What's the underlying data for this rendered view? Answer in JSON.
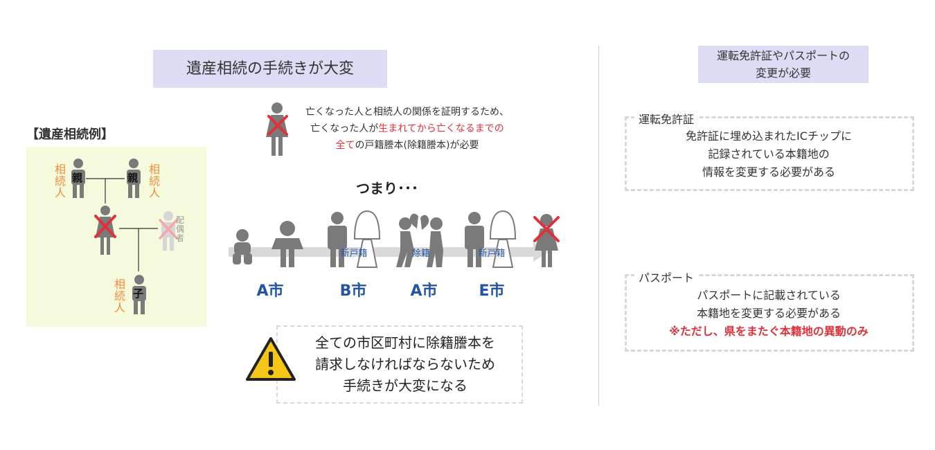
{
  "title": "遺産相続の手続きが大変",
  "right_header": {
    "line1": "運転免許証やパスポートの",
    "line2": "変更が必要"
  },
  "example": {
    "title": "【遺産相続例】",
    "oya_label": "親",
    "ko_label": "子",
    "heir_label": [
      "相",
      "続",
      "人"
    ],
    "spouse_label": [
      "配",
      "偶",
      "者"
    ]
  },
  "note": {
    "line1": "亡くなった人と相続人の関係を証明するため、",
    "line2a": "亡くなった人が",
    "line2b": "生まれてから亡くなるまでの",
    "line3a": "全て",
    "line3b": "の戸籍謄本(除籍謄本)が必要"
  },
  "tsumari": "つまり･･･",
  "timeline_tags": [
    "新戸籍",
    "除籍",
    "新戸籍"
  ],
  "cities": [
    "A市",
    "B市",
    "A市",
    "E市"
  ],
  "warning": {
    "line1": "全ての市区町村に除籍謄本を",
    "line2": "請求しなければならないため",
    "line3": "手続きが大変になる"
  },
  "license": {
    "title": "運転免許証",
    "line1": "免許証に埋め込まれたICチップに",
    "line2": "記録されている本籍地の",
    "line3": "情報を変更する必要がある"
  },
  "passport": {
    "title": "パスポート",
    "line1": "パスポートに記載されている",
    "line2": "本籍地を変更する必要がある",
    "line3": "※ただし、県をまたぐ本籍地の異動のみ"
  },
  "colors": {
    "header_bg": "#dcdcf5",
    "example_bg": "#f5fadc",
    "heir_label": "#f08c3c",
    "red": "#e0303a",
    "city_blue": "#2455a4",
    "figure_grey": "#7a7a7a",
    "warning_yellow": "#f5c518"
  }
}
